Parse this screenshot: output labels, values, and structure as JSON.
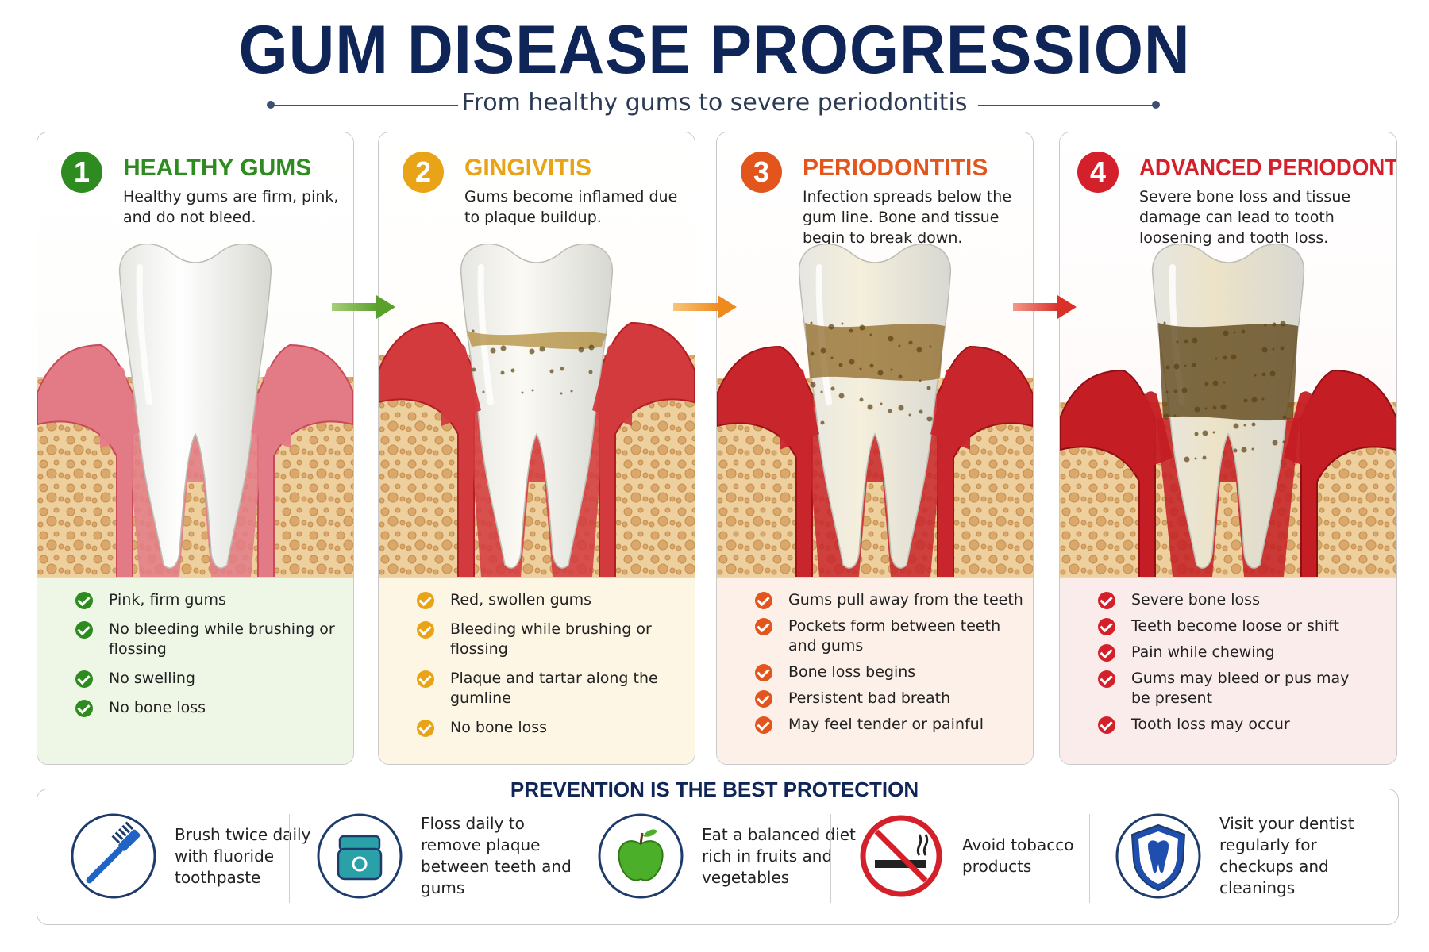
{
  "header": {
    "title": "GUM DISEASE PROGRESSION",
    "subtitle": "From healthy gums to severe periodontitis"
  },
  "stages": [
    {
      "number": "1",
      "title": "HEALTHY GUMS",
      "description": "Healthy gums are firm, pink, and do not bleed.",
      "color": "#2e8b1f",
      "symptoms": [
        "Pink, firm gums",
        "No bleeding while brushing or flossing",
        "No swelling",
        "No bone loss"
      ]
    },
    {
      "number": "2",
      "title": "GINGIVITIS",
      "description": "Gums become inflamed due to plaque buildup.",
      "color": "#e8a317",
      "symptoms": [
        "Red, swollen gums",
        "Bleeding while brushing or flossing",
        "Plaque and tartar along the gumline",
        "No bone loss"
      ]
    },
    {
      "number": "3",
      "title": "PERIODONTITIS",
      "description": "Infection spreads below the gum line. Bone and tissue begin to break down.",
      "color": "#e2561d",
      "symptoms": [
        "Gums pull away from the teeth",
        "Pockets form between teeth and gums",
        "Bone loss begins",
        "Persistent bad breath",
        "May feel tender or painful"
      ]
    },
    {
      "number": "4",
      "title": "ADVANCED PERIODONTITIS",
      "description": "Severe bone loss and tissue damage can lead to tooth loosening and tooth loss.",
      "color": "#d3202a",
      "symptoms": [
        "Severe bone loss",
        "Teeth become loose or shift",
        "Pain while chewing",
        "Gums may bleed or pus may be present",
        "Tooth loss may occur"
      ]
    }
  ],
  "prevention": {
    "title": "PREVENTION IS THE BEST PROTECTION",
    "tips": [
      {
        "text": "Brush twice daily with fluoride toothpaste",
        "icon": "toothbrush-icon"
      },
      {
        "text": "Floss daily to remove plaque between teeth and gums",
        "icon": "floss-icon"
      },
      {
        "text": "Eat a balanced diet rich in fruits and vegetables",
        "icon": "apple-icon"
      },
      {
        "text": "Avoid tobacco products",
        "icon": "no-smoking-icon"
      },
      {
        "text": "Visit your dentist regularly for checkups and cleanings",
        "icon": "dental-shield-icon"
      }
    ]
  }
}
